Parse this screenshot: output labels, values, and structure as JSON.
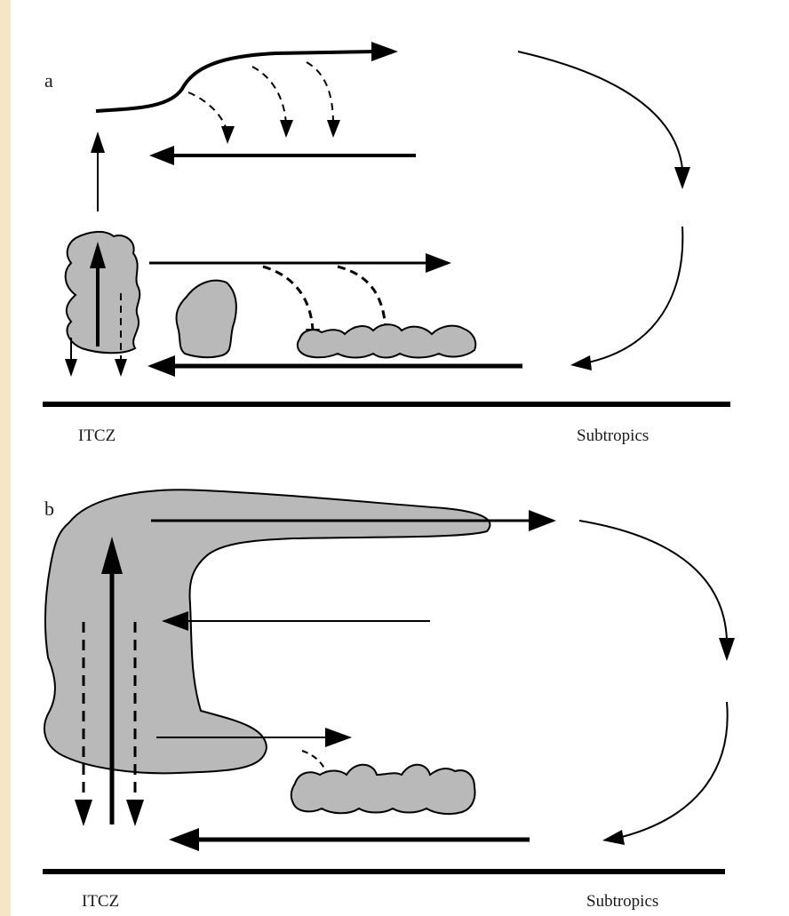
{
  "panels": [
    {
      "letter": "a",
      "left_label": "ITCZ",
      "right_label": "Subtropics"
    },
    {
      "letter": "b",
      "left_label": "ITCZ",
      "right_label": "Subtropics"
    }
  ],
  "colors": {
    "cloud_fill": "#b9b9b9",
    "ink": "#000000",
    "paper": "#ffffff",
    "page_margin": "#f6e7c4"
  }
}
